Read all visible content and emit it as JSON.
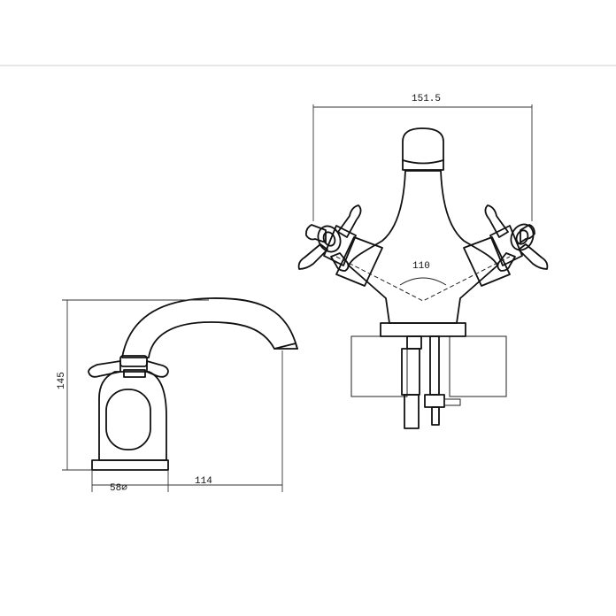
{
  "dimensions": {
    "top_width": "151.5",
    "angle": "110",
    "height": "145",
    "base_diameter": "58⌀",
    "spout_reach": "114"
  },
  "colors": {
    "line": "#111111",
    "background": "#ffffff",
    "separator": "#cccccc"
  }
}
